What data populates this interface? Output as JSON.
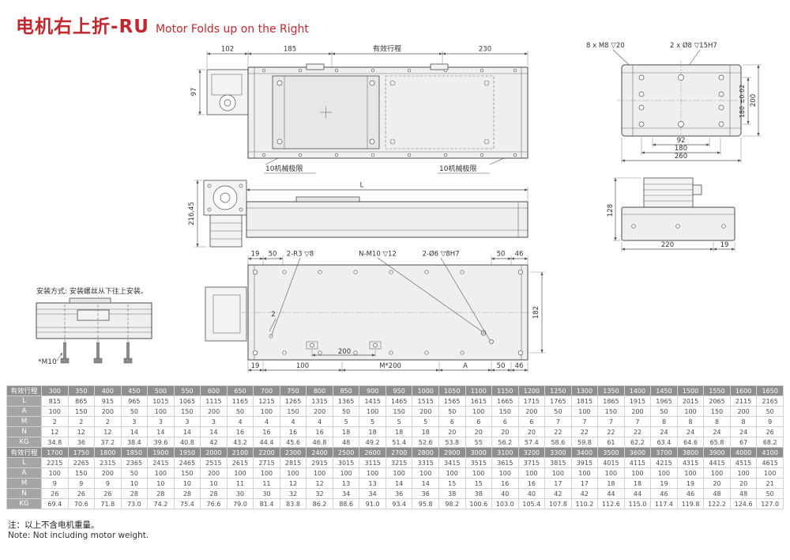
{
  "colors": {
    "accent": "#c1272d"
  },
  "title": {
    "zh": "电机右上折-RU",
    "en": "Motor Folds up on the Right"
  },
  "plan": {
    "d102": "102",
    "d185": "185",
    "stroke": "有效行程",
    "d230": "230",
    "d97": "97",
    "limit_left": "10机械极限",
    "limit_right": "10机械极限"
  },
  "side": {
    "L": "L",
    "d216": "216.45"
  },
  "bottom": {
    "d19_tl": "19",
    "d50_tl": "50",
    "label_r3": "2-R3 ▽8",
    "label_m10": "N-M10 ▽12",
    "label_o6": "2-Ø6 ▽8H7",
    "d50_tr": "50",
    "d46_tr": "46",
    "d182": "182",
    "count2": "2",
    "d19_b": "19",
    "d100_b": "100",
    "d200_inner": "200",
    "dM200": "M*200",
    "dA": "A",
    "d50_b": "50",
    "d46_b": "46"
  },
  "end": {
    "label_m8": "8 x M8 ▽20",
    "label_o8": "2 x Ø8 ▽15H7",
    "d180t": "180 ±0.02",
    "d200": "200",
    "d92": "92",
    "d180": "180",
    "d260": "260"
  },
  "motor": {
    "d128": "128",
    "d220": "220",
    "d19": "19"
  },
  "mount": {
    "note": "安装方式: 安装螺丝从下往上安装。",
    "m10": "*M10"
  },
  "table": {
    "stroke_label": "有效行程",
    "row_labels": [
      "L",
      "A",
      "M",
      "N",
      "KG"
    ],
    "blocks": [
      {
        "strokes": [
          "300",
          "350",
          "400",
          "450",
          "500",
          "550",
          "600",
          "650",
          "700",
          "750",
          "800",
          "850",
          "900",
          "950",
          "1000",
          "1050",
          "1100",
          "1150",
          "1200",
          "1250",
          "1300",
          "1350",
          "1400",
          "1450",
          "1500",
          "1550",
          "1600",
          "1650"
        ],
        "rows": {
          "L": [
            "815",
            "865",
            "915",
            "965",
            "1015",
            "1065",
            "1115",
            "1165",
            "1215",
            "1265",
            "1315",
            "1365",
            "1415",
            "1465",
            "1515",
            "1565",
            "1615",
            "1665",
            "1715",
            "1765",
            "1815",
            "1865",
            "1915",
            "1965",
            "2015",
            "2065",
            "2115",
            "2165"
          ],
          "A": [
            "100",
            "150",
            "200",
            "50",
            "100",
            "150",
            "200",
            "50",
            "100",
            "150",
            "200",
            "50",
            "100",
            "150",
            "200",
            "50",
            "100",
            "150",
            "200",
            "50",
            "100",
            "150",
            "200",
            "50",
            "100",
            "150",
            "200",
            "50"
          ],
          "M": [
            "2",
            "2",
            "2",
            "3",
            "3",
            "3",
            "3",
            "4",
            "4",
            "4",
            "4",
            "5",
            "5",
            "5",
            "5",
            "6",
            "6",
            "6",
            "6",
            "7",
            "7",
            "7",
            "7",
            "8",
            "8",
            "8",
            "8",
            "9"
          ],
          "N": [
            "12",
            "12",
            "12",
            "14",
            "14",
            "14",
            "14",
            "16",
            "16",
            "16",
            "16",
            "18",
            "18",
            "18",
            "18",
            "20",
            "20",
            "20",
            "20",
            "22",
            "22",
            "22",
            "22",
            "24",
            "24",
            "24",
            "24",
            "26"
          ],
          "KG": [
            "34.8",
            "36",
            "37.2",
            "38.4",
            "39.6",
            "40.8",
            "42",
            "43.2",
            "44.4",
            "45.6",
            "46.8",
            "48",
            "49.2",
            "51.4",
            "52.6",
            "53.8",
            "55",
            "56.2",
            "57.4",
            "58.6",
            "59.8",
            "61",
            "62.2",
            "63.4",
            "64.6",
            "65.8",
            "67",
            "68.2"
          ]
        }
      },
      {
        "strokes": [
          "1700",
          "1750",
          "1800",
          "1850",
          "1900",
          "1950",
          "2000",
          "2100",
          "2200",
          "2300",
          "2400",
          "2500",
          "2600",
          "2700",
          "2800",
          "2900",
          "3000",
          "3100",
          "3200",
          "3300",
          "3400",
          "3500",
          "3600",
          "3700",
          "3800",
          "3900",
          "4000",
          "4100"
        ],
        "rows": {
          "L": [
            "2215",
            "2265",
            "2315",
            "2365",
            "2415",
            "2465",
            "2515",
            "2615",
            "2715",
            "2815",
            "2915",
            "3015",
            "3115",
            "3215",
            "3315",
            "3415",
            "3515",
            "3615",
            "3715",
            "3815",
            "3915",
            "4015",
            "4115",
            "4215",
            "4315",
            "4415",
            "4515",
            "4615"
          ],
          "A": [
            "100",
            "150",
            "200",
            "50",
            "100",
            "150",
            "200",
            "100",
            "100",
            "100",
            "100",
            "100",
            "100",
            "100",
            "100",
            "100",
            "100",
            "100",
            "100",
            "100",
            "100",
            "100",
            "100",
            "100",
            "100",
            "100",
            "100",
            "100"
          ],
          "M": [
            "9",
            "9",
            "9",
            "10",
            "10",
            "10",
            "10",
            "11",
            "11",
            "12",
            "12",
            "13",
            "13",
            "14",
            "14",
            "15",
            "15",
            "16",
            "16",
            "17",
            "17",
            "18",
            "18",
            "19",
            "19",
            "20",
            "20",
            "21"
          ],
          "N": [
            "26",
            "26",
            "26",
            "28",
            "28",
            "28",
            "28",
            "30",
            "30",
            "32",
            "32",
            "34",
            "34",
            "36",
            "36",
            "38",
            "38",
            "40",
            "40",
            "42",
            "42",
            "44",
            "44",
            "46",
            "46",
            "48",
            "48",
            "50"
          ],
          "KG": [
            "69.4",
            "70.6",
            "71.8",
            "73.0",
            "74.2",
            "75.4",
            "76.6",
            "79.0",
            "81.4",
            "83.8",
            "86.2",
            "88.6",
            "91.0",
            "93.4",
            "95.8",
            "98.2",
            "100.6",
            "103.0",
            "105.4",
            "107.8",
            "110.2",
            "112.6",
            "115.0",
            "117.4",
            "119.8",
            "122.2",
            "124.6",
            "127.0"
          ]
        }
      }
    ]
  },
  "notes": {
    "zh": "注：以上不含电机重量。",
    "en": "Note: Not including motor weight."
  }
}
